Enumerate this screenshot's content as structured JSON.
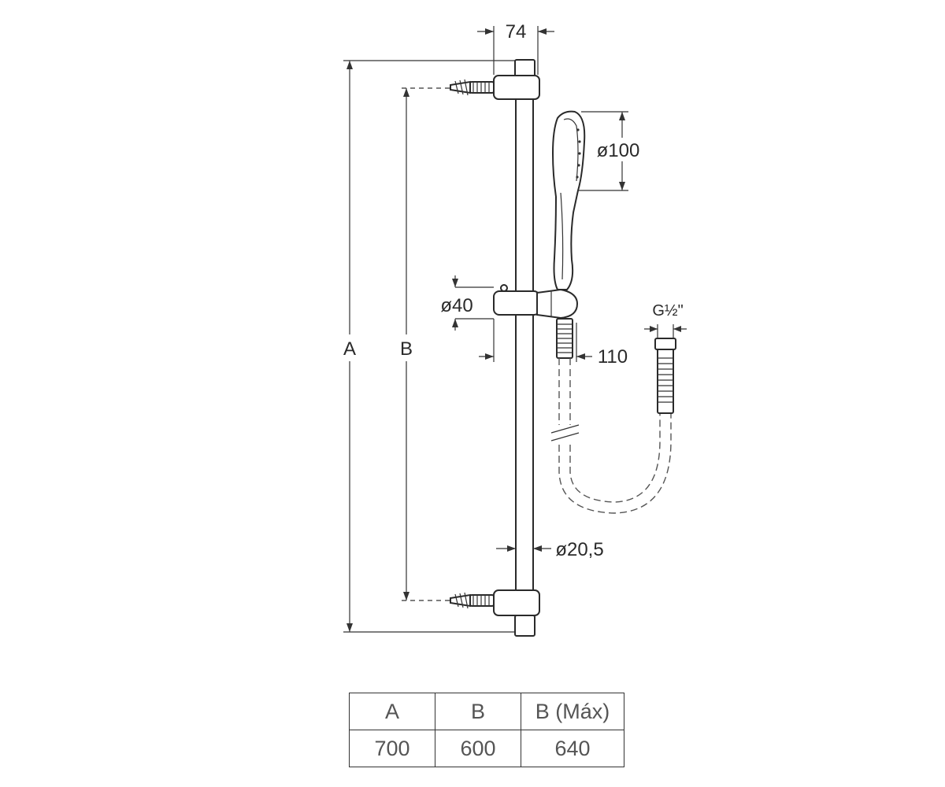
{
  "dimensions": {
    "width": "74",
    "head_diameter": "ø100",
    "holder_diameter": "ø40",
    "bracket_offset": "110",
    "bar_diameter": "ø20,5",
    "thread": "G½\"",
    "overall_length": "A",
    "bracket_spacing": "B"
  },
  "table": {
    "headers": [
      "A",
      "B",
      "B (Máx)"
    ],
    "values": [
      "700",
      "600",
      "640"
    ]
  }
}
